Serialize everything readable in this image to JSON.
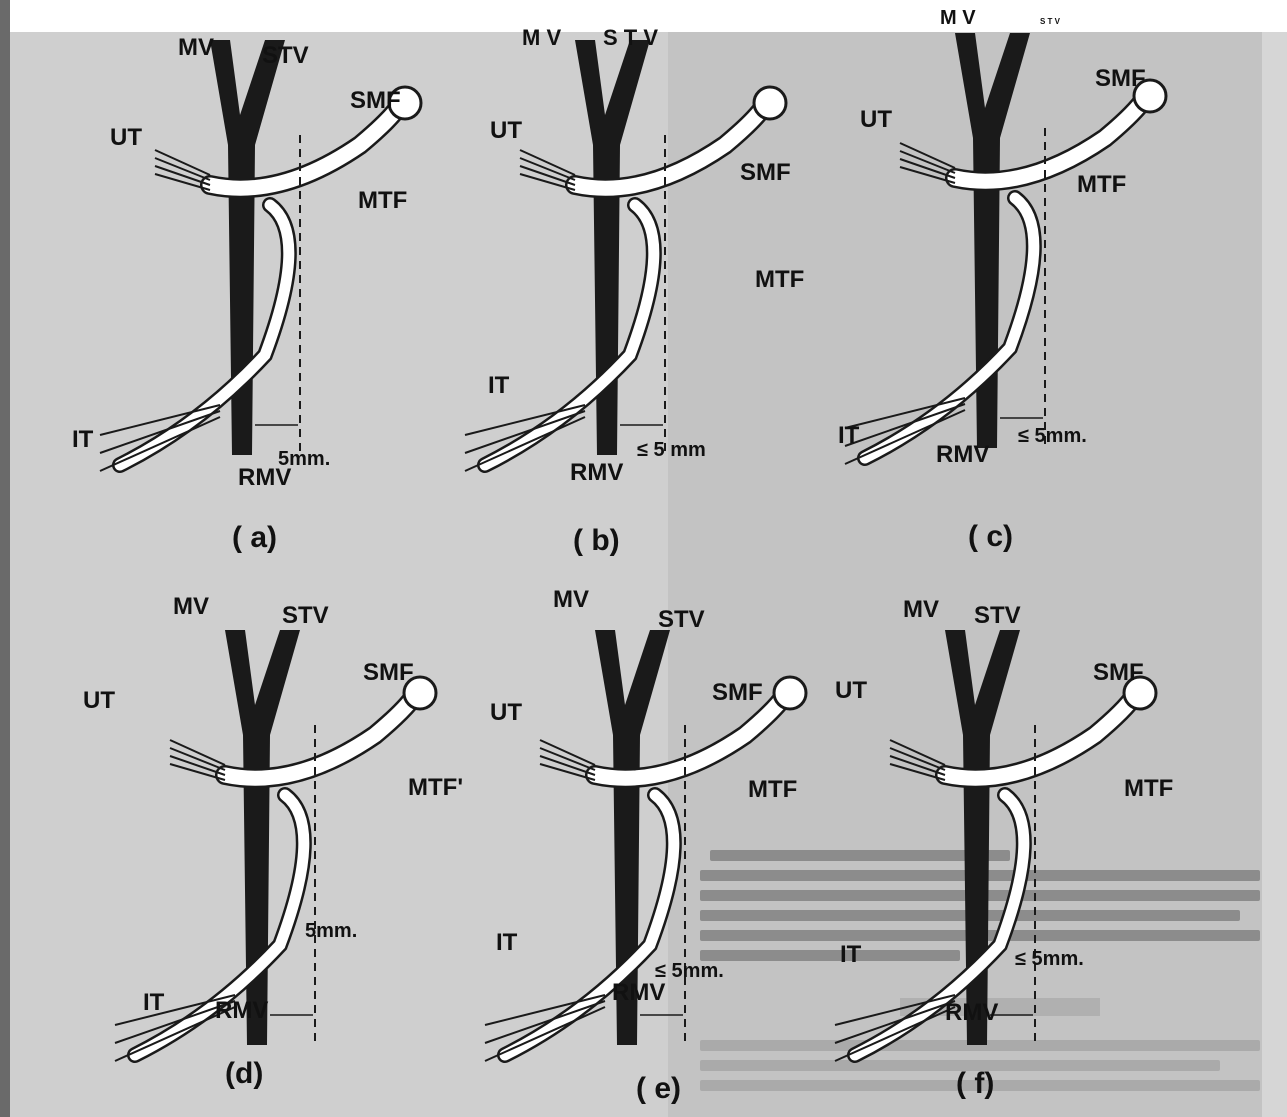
{
  "panels": [
    {
      "id": "a",
      "caption": "( a)",
      "labels": {
        "mv": "MV",
        "stv": "STV",
        "smf": "SMF",
        "ut": "UT",
        "mtf": "MTF",
        "it": "IT",
        "rmv": "RMV",
        "dist": "5mm."
      }
    },
    {
      "id": "b",
      "caption": "( b)",
      "labels": {
        "mv": "M V",
        "stv": "S T V",
        "smf": "SMF",
        "ut": "UT",
        "mtf": "MTF",
        "it": "IT",
        "rmv": "RMV",
        "dist": "≤ 5 mm"
      }
    },
    {
      "id": "c",
      "caption": "( c)",
      "labels": {
        "mv": "M V",
        "stv": "S T V",
        "smf": "SMF",
        "ut": "UT",
        "mtf": "MTF",
        "it": "IT",
        "rmv": "RMV",
        "dist": "≤ 5mm."
      }
    },
    {
      "id": "d",
      "caption": "(d)",
      "labels": {
        "mv": "MV",
        "stv": "STV",
        "smf": "SMF",
        "ut": "UT",
        "mtf": "MTF'",
        "it": "IT",
        "rmv": "RMV",
        "dist": "5mm."
      }
    },
    {
      "id": "e",
      "caption": "( e)",
      "labels": {
        "mv": "MV",
        "stv": "STV",
        "smf": "SMF",
        "ut": "UT",
        "mtf": "MTF",
        "it": "IT",
        "rmv": "RMV",
        "dist": "≤ 5mm."
      }
    },
    {
      "id": "f",
      "caption": "( f)",
      "labels": {
        "mv": "MV",
        "stv": "STV",
        "smf": "SMF",
        "ut": "UT",
        "mtf": "MTF",
        "it": "IT",
        "rmv": "RMV",
        "dist": "≤ 5mm."
      }
    }
  ],
  "colors": {
    "vein": "#1a1a1a",
    "outline": "#1a1a1a",
    "background": "#cfcfcf",
    "text": "#111111"
  }
}
